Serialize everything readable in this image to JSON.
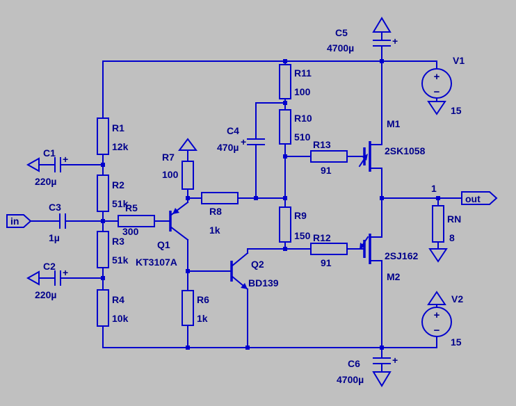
{
  "colors": {
    "background": "#c0c0c0",
    "wire": "#0000cc",
    "text": "#00008b"
  },
  "ports": {
    "in": "in",
    "out": "out"
  },
  "nodes": {
    "out_node": "1"
  },
  "symbols": {
    "plus": "+",
    "minus": "−"
  },
  "components": {
    "R1": {
      "name": "R1",
      "value": "12k"
    },
    "R2": {
      "name": "R2",
      "value": "51k"
    },
    "R3": {
      "name": "R3",
      "value": "51k"
    },
    "R4": {
      "name": "R4",
      "value": "10k"
    },
    "R5": {
      "name": "R5",
      "value": "300"
    },
    "R6": {
      "name": "R6",
      "value": "1k"
    },
    "R7": {
      "name": "R7",
      "value": "100"
    },
    "R8": {
      "name": "R8",
      "value": "1k"
    },
    "R9": {
      "name": "R9",
      "value": "150"
    },
    "R10": {
      "name": "R10",
      "value": "510"
    },
    "R11": {
      "name": "R11",
      "value": "100"
    },
    "R12": {
      "name": "R12",
      "value": "91"
    },
    "R13": {
      "name": "R13",
      "value": "91"
    },
    "RN": {
      "name": "RN",
      "value": "8"
    },
    "C1": {
      "name": "C1",
      "value": "220µ"
    },
    "C2": {
      "name": "C2",
      "value": "220µ"
    },
    "C3": {
      "name": "C3",
      "value": "1µ"
    },
    "C4": {
      "name": "C4",
      "value": "470µ"
    },
    "C5": {
      "name": "C5",
      "value": "4700µ"
    },
    "C6": {
      "name": "C6",
      "value": "4700µ"
    },
    "Q1": {
      "name": "Q1",
      "value": "KT3107A"
    },
    "Q2": {
      "name": "Q2",
      "value": "BD139"
    },
    "M1": {
      "name": "M1",
      "value": "2SK1058"
    },
    "M2": {
      "name": "M2",
      "value": "2SJ162"
    },
    "V1": {
      "name": "V1",
      "value": "15"
    },
    "V2": {
      "name": "V2",
      "value": "15"
    }
  }
}
